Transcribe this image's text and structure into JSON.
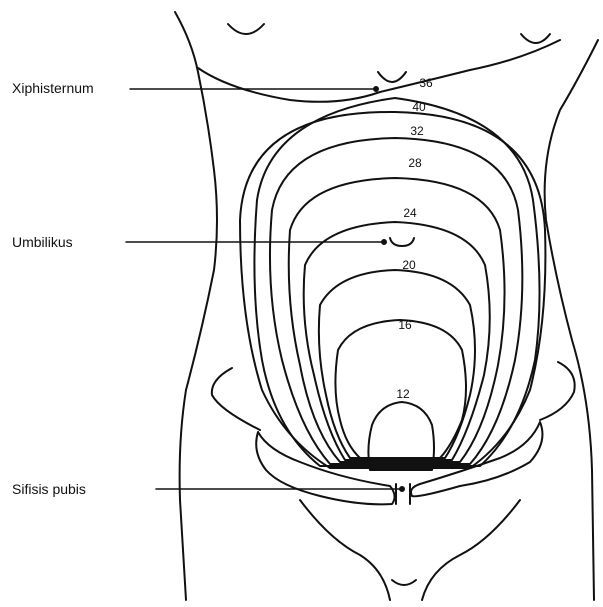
{
  "labels": {
    "xiphisternum": "Xiphisternum",
    "umbilicus": "Umbilikus",
    "symphysis": "Sifisis pubis"
  },
  "weeks": [
    "36",
    "40",
    "32",
    "28",
    "24",
    "20",
    "16",
    "12"
  ],
  "colors": {
    "line": "#111111",
    "background": "#ffffff"
  }
}
